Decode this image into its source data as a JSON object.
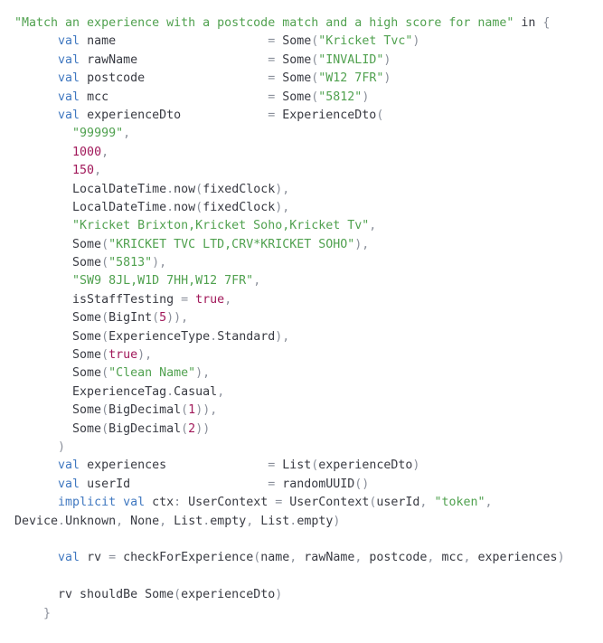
{
  "lines": [
    [
      {
        "t": "\"Match an experience with a postcode match and a high score for name\"",
        "c": "str"
      },
      {
        "t": " in ",
        "c": ""
      },
      {
        "t": "{",
        "c": "punct"
      }
    ],
    [
      {
        "t": "      ",
        "c": ""
      },
      {
        "t": "val",
        "c": "kw"
      },
      {
        "t": " name                     ",
        "c": ""
      },
      {
        "t": "=",
        "c": "punct"
      },
      {
        "t": " Some",
        "c": ""
      },
      {
        "t": "(",
        "c": "punct"
      },
      {
        "t": "\"Kricket Tvc\"",
        "c": "str"
      },
      {
        "t": ")",
        "c": "punct"
      }
    ],
    [
      {
        "t": "      ",
        "c": ""
      },
      {
        "t": "val",
        "c": "kw"
      },
      {
        "t": " rawName                  ",
        "c": ""
      },
      {
        "t": "=",
        "c": "punct"
      },
      {
        "t": " Some",
        "c": ""
      },
      {
        "t": "(",
        "c": "punct"
      },
      {
        "t": "\"INVALID\"",
        "c": "str"
      },
      {
        "t": ")",
        "c": "punct"
      }
    ],
    [
      {
        "t": "      ",
        "c": ""
      },
      {
        "t": "val",
        "c": "kw"
      },
      {
        "t": " postcode                 ",
        "c": ""
      },
      {
        "t": "=",
        "c": "punct"
      },
      {
        "t": " Some",
        "c": ""
      },
      {
        "t": "(",
        "c": "punct"
      },
      {
        "t": "\"W12 7FR\"",
        "c": "str"
      },
      {
        "t": ")",
        "c": "punct"
      }
    ],
    [
      {
        "t": "      ",
        "c": ""
      },
      {
        "t": "val",
        "c": "kw"
      },
      {
        "t": " mcc                      ",
        "c": ""
      },
      {
        "t": "=",
        "c": "punct"
      },
      {
        "t": " Some",
        "c": ""
      },
      {
        "t": "(",
        "c": "punct"
      },
      {
        "t": "\"5812\"",
        "c": "str"
      },
      {
        "t": ")",
        "c": "punct"
      }
    ],
    [
      {
        "t": "      ",
        "c": ""
      },
      {
        "t": "val",
        "c": "kw"
      },
      {
        "t": " experienceDto            ",
        "c": ""
      },
      {
        "t": "=",
        "c": "punct"
      },
      {
        "t": " ExperienceDto",
        "c": ""
      },
      {
        "t": "(",
        "c": "punct"
      }
    ],
    [
      {
        "t": "        ",
        "c": ""
      },
      {
        "t": "\"99999\"",
        "c": "str"
      },
      {
        "t": ",",
        "c": "punct"
      }
    ],
    [
      {
        "t": "        ",
        "c": ""
      },
      {
        "t": "1000",
        "c": "num"
      },
      {
        "t": ",",
        "c": "punct"
      }
    ],
    [
      {
        "t": "        ",
        "c": ""
      },
      {
        "t": "150",
        "c": "num"
      },
      {
        "t": ",",
        "c": "punct"
      }
    ],
    [
      {
        "t": "        LocalDateTime",
        "c": ""
      },
      {
        "t": ".",
        "c": "punct"
      },
      {
        "t": "now",
        "c": ""
      },
      {
        "t": "(",
        "c": "punct"
      },
      {
        "t": "fixedClock",
        "c": ""
      },
      {
        "t": "),",
        "c": "punct"
      }
    ],
    [
      {
        "t": "        LocalDateTime",
        "c": ""
      },
      {
        "t": ".",
        "c": "punct"
      },
      {
        "t": "now",
        "c": ""
      },
      {
        "t": "(",
        "c": "punct"
      },
      {
        "t": "fixedClock",
        "c": ""
      },
      {
        "t": "),",
        "c": "punct"
      }
    ],
    [
      {
        "t": "        ",
        "c": ""
      },
      {
        "t": "\"Kricket Brixton,Kricket Soho,Kricket Tv\"",
        "c": "str"
      },
      {
        "t": ",",
        "c": "punct"
      }
    ],
    [
      {
        "t": "        Some",
        "c": ""
      },
      {
        "t": "(",
        "c": "punct"
      },
      {
        "t": "\"KRICKET TVC LTD,CRV*KRICKET SOHO\"",
        "c": "str"
      },
      {
        "t": "),",
        "c": "punct"
      }
    ],
    [
      {
        "t": "        Some",
        "c": ""
      },
      {
        "t": "(",
        "c": "punct"
      },
      {
        "t": "\"5813\"",
        "c": "str"
      },
      {
        "t": "),",
        "c": "punct"
      }
    ],
    [
      {
        "t": "        ",
        "c": ""
      },
      {
        "t": "\"SW9 8JL,W1D 7HH,W12 7FR\"",
        "c": "str"
      },
      {
        "t": ",",
        "c": "punct"
      }
    ],
    [
      {
        "t": "        isStaffTesting ",
        "c": ""
      },
      {
        "t": "=",
        "c": "punct"
      },
      {
        "t": " ",
        "c": ""
      },
      {
        "t": "true",
        "c": "bool"
      },
      {
        "t": ",",
        "c": "punct"
      }
    ],
    [
      {
        "t": "        Some",
        "c": ""
      },
      {
        "t": "(",
        "c": "punct"
      },
      {
        "t": "BigInt",
        "c": ""
      },
      {
        "t": "(",
        "c": "punct"
      },
      {
        "t": "5",
        "c": "num"
      },
      {
        "t": ")),",
        "c": "punct"
      }
    ],
    [
      {
        "t": "        Some",
        "c": ""
      },
      {
        "t": "(",
        "c": "punct"
      },
      {
        "t": "ExperienceType",
        "c": ""
      },
      {
        "t": ".",
        "c": "punct"
      },
      {
        "t": "Standard",
        "c": ""
      },
      {
        "t": "),",
        "c": "punct"
      }
    ],
    [
      {
        "t": "        Some",
        "c": ""
      },
      {
        "t": "(",
        "c": "punct"
      },
      {
        "t": "true",
        "c": "bool"
      },
      {
        "t": "),",
        "c": "punct"
      }
    ],
    [
      {
        "t": "        Some",
        "c": ""
      },
      {
        "t": "(",
        "c": "punct"
      },
      {
        "t": "\"Clean Name\"",
        "c": "str"
      },
      {
        "t": "),",
        "c": "punct"
      }
    ],
    [
      {
        "t": "        ExperienceTag",
        "c": ""
      },
      {
        "t": ".",
        "c": "punct"
      },
      {
        "t": "Casual",
        "c": ""
      },
      {
        "t": ",",
        "c": "punct"
      }
    ],
    [
      {
        "t": "        Some",
        "c": ""
      },
      {
        "t": "(",
        "c": "punct"
      },
      {
        "t": "BigDecimal",
        "c": ""
      },
      {
        "t": "(",
        "c": "punct"
      },
      {
        "t": "1",
        "c": "num"
      },
      {
        "t": ")),",
        "c": "punct"
      }
    ],
    [
      {
        "t": "        Some",
        "c": ""
      },
      {
        "t": "(",
        "c": "punct"
      },
      {
        "t": "BigDecimal",
        "c": ""
      },
      {
        "t": "(",
        "c": "punct"
      },
      {
        "t": "2",
        "c": "num"
      },
      {
        "t": "))",
        "c": "punct"
      }
    ],
    [
      {
        "t": "      ",
        "c": ""
      },
      {
        "t": ")",
        "c": "punct"
      }
    ],
    [
      {
        "t": "      ",
        "c": ""
      },
      {
        "t": "val",
        "c": "kw"
      },
      {
        "t": " experiences              ",
        "c": ""
      },
      {
        "t": "=",
        "c": "punct"
      },
      {
        "t": " List",
        "c": ""
      },
      {
        "t": "(",
        "c": "punct"
      },
      {
        "t": "experienceDto",
        "c": ""
      },
      {
        "t": ")",
        "c": "punct"
      }
    ],
    [
      {
        "t": "      ",
        "c": ""
      },
      {
        "t": "val",
        "c": "kw"
      },
      {
        "t": " userId                   ",
        "c": ""
      },
      {
        "t": "=",
        "c": "punct"
      },
      {
        "t": " randomUUID",
        "c": ""
      },
      {
        "t": "()",
        "c": "punct"
      }
    ],
    [
      {
        "t": "      ",
        "c": ""
      },
      {
        "t": "implicit val",
        "c": "kw"
      },
      {
        "t": " ctx",
        "c": ""
      },
      {
        "t": ":",
        "c": "punct"
      },
      {
        "t": " UserContext ",
        "c": ""
      },
      {
        "t": "=",
        "c": "punct"
      },
      {
        "t": " UserContext",
        "c": ""
      },
      {
        "t": "(",
        "c": "punct"
      },
      {
        "t": "userId",
        "c": ""
      },
      {
        "t": ",",
        "c": "punct"
      },
      {
        "t": " ",
        "c": ""
      },
      {
        "t": "\"token\"",
        "c": "str"
      },
      {
        "t": ",",
        "c": "punct"
      }
    ],
    [
      {
        "t": "Device",
        "c": ""
      },
      {
        "t": ".",
        "c": "punct"
      },
      {
        "t": "Unknown",
        "c": ""
      },
      {
        "t": ",",
        "c": "punct"
      },
      {
        "t": " None",
        "c": ""
      },
      {
        "t": ",",
        "c": "punct"
      },
      {
        "t": " List",
        "c": ""
      },
      {
        "t": ".",
        "c": "punct"
      },
      {
        "t": "empty",
        "c": ""
      },
      {
        "t": ",",
        "c": "punct"
      },
      {
        "t": " List",
        "c": ""
      },
      {
        "t": ".",
        "c": "punct"
      },
      {
        "t": "empty",
        "c": ""
      },
      {
        "t": ")",
        "c": "punct"
      }
    ],
    [],
    [
      {
        "t": "      ",
        "c": ""
      },
      {
        "t": "val",
        "c": "kw"
      },
      {
        "t": " rv ",
        "c": ""
      },
      {
        "t": "=",
        "c": "punct"
      },
      {
        "t": " checkForExperience",
        "c": ""
      },
      {
        "t": "(",
        "c": "punct"
      },
      {
        "t": "name",
        "c": ""
      },
      {
        "t": ",",
        "c": "punct"
      },
      {
        "t": " rawName",
        "c": ""
      },
      {
        "t": ",",
        "c": "punct"
      },
      {
        "t": " postcode",
        "c": ""
      },
      {
        "t": ",",
        "c": "punct"
      },
      {
        "t": " mcc",
        "c": ""
      },
      {
        "t": ",",
        "c": "punct"
      },
      {
        "t": " experiences",
        "c": ""
      },
      {
        "t": ")",
        "c": "punct"
      }
    ],
    [],
    [
      {
        "t": "      rv shouldBe Some",
        "c": ""
      },
      {
        "t": "(",
        "c": "punct"
      },
      {
        "t": "experienceDto",
        "c": ""
      },
      {
        "t": ")",
        "c": "punct"
      }
    ],
    [
      {
        "t": "    ",
        "c": ""
      },
      {
        "t": "}",
        "c": "punct"
      }
    ]
  ]
}
